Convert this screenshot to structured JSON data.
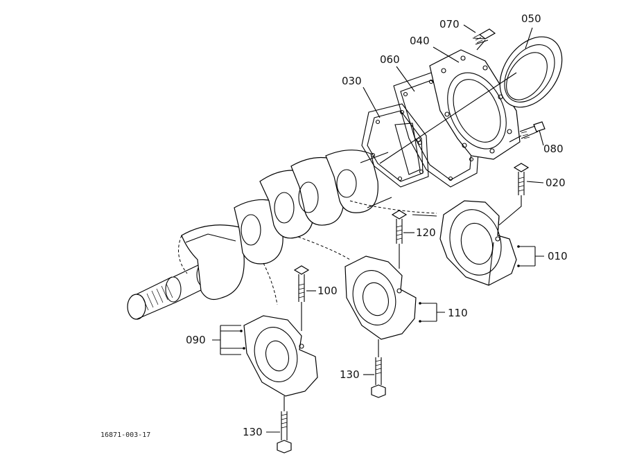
{
  "callouts": {
    "p010": "010",
    "p020": "020",
    "p030": "030",
    "p040": "040",
    "p050": "050",
    "p060": "060",
    "p070": "070",
    "p080": "080",
    "p090": "090",
    "p100": "100",
    "p110": "110",
    "p120": "120",
    "p130a": "130",
    "p130b": "130"
  },
  "drawing_code": "16871-003-17"
}
